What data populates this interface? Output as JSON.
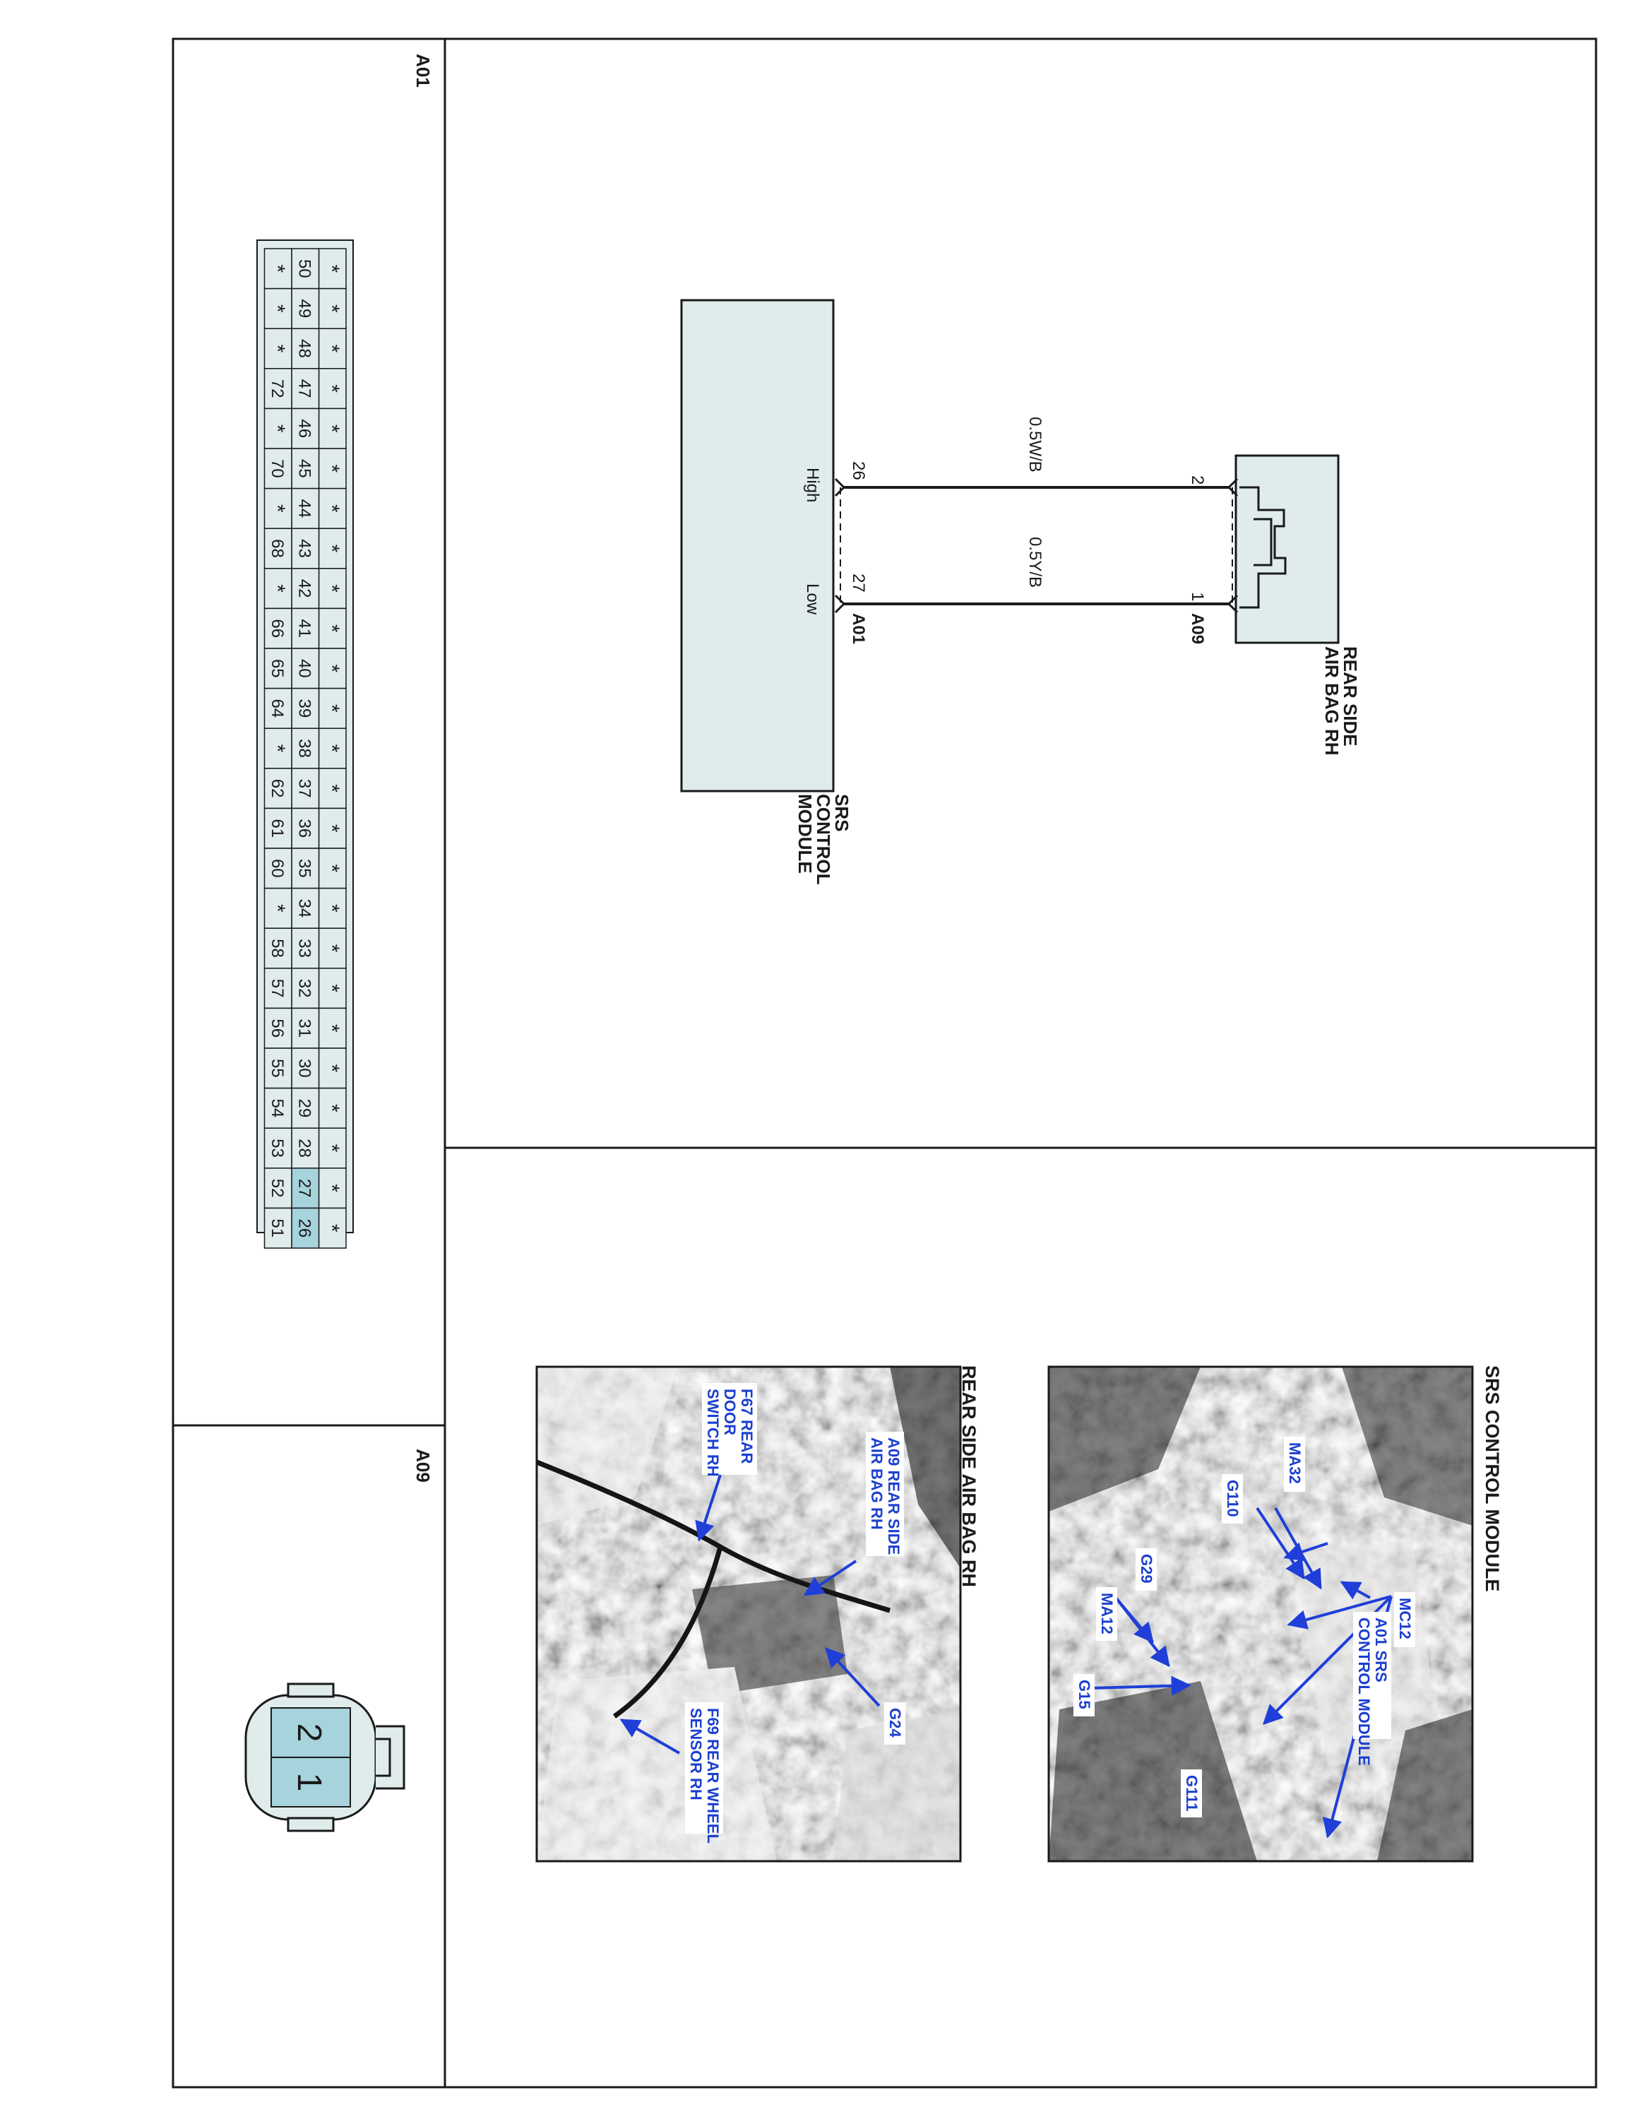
{
  "connectors": {
    "a01": {
      "title": "A01",
      "rows": [
        [
          "*",
          "*",
          "*",
          "*",
          "*",
          "*",
          "*",
          "*",
          "*",
          "*",
          "*",
          "*",
          "*",
          "*",
          "*",
          "*",
          "*",
          "*",
          "*",
          "*",
          "*",
          "*",
          "*",
          "*",
          "*"
        ],
        [
          "50",
          "49",
          "48",
          "47",
          "46",
          "45",
          "44",
          "43",
          "42",
          "41",
          "40",
          "39",
          "38",
          "37",
          "36",
          "35",
          "34",
          "33",
          "32",
          "31",
          "30",
          "29",
          "28",
          "27",
          "26"
        ],
        [
          "*",
          "*",
          "*",
          "72",
          "*",
          "70",
          "*",
          "68",
          "*",
          "66",
          "65",
          "64",
          "*",
          "62",
          "61",
          "60",
          "*",
          "58",
          "57",
          "56",
          "55",
          "54",
          "53",
          "52",
          "51"
        ]
      ],
      "highlight_pins": [
        "26",
        "27"
      ]
    },
    "a09": {
      "title": "A09",
      "pins": [
        "2",
        "1"
      ]
    }
  },
  "schematic": {
    "airbag": {
      "label_lines": [
        "REAR SIDE",
        "AIR BAG RH"
      ],
      "connector_id": "A09",
      "pin_top": "2",
      "pin_bottom": "1"
    },
    "module": {
      "label_lines": [
        "SRS",
        "CONTROL",
        "MODULE"
      ],
      "connector_id": "A01",
      "pin_top": "26",
      "pin_bottom": "27",
      "signal_top": "High",
      "signal_bottom": "Low"
    },
    "wires": [
      {
        "label": "0.5W/B"
      },
      {
        "label": "0.5Y/B"
      }
    ]
  },
  "photos": {
    "srs": {
      "title": "SRS CONTROL MODULE",
      "callouts": [
        {
          "id": "mc12",
          "lines": [
            "MC12"
          ]
        },
        {
          "id": "ma32",
          "lines": [
            "MA32"
          ]
        },
        {
          "id": "g110",
          "lines": [
            "G110"
          ]
        },
        {
          "id": "g29",
          "lines": [
            "G29"
          ]
        },
        {
          "id": "ma12",
          "lines": [
            "MA12"
          ]
        },
        {
          "id": "g15",
          "lines": [
            "G15"
          ]
        },
        {
          "id": "g111",
          "lines": [
            "G111"
          ]
        },
        {
          "id": "a01",
          "lines": [
            "A01 SRS",
            "CONTROL MODULE"
          ]
        }
      ]
    },
    "airbag": {
      "title": "REAR SIDE AIR BAG RH",
      "callouts": [
        {
          "id": "f67",
          "lines": [
            "F67 REAR",
            "DOOR",
            "SWITCH RH"
          ]
        },
        {
          "id": "a09",
          "lines": [
            "A09 REAR SIDE",
            "AIR BAG RH"
          ]
        },
        {
          "id": "g24",
          "lines": [
            "G24"
          ]
        },
        {
          "id": "f69",
          "lines": [
            "F69 REAR WHEEL",
            "SENSOR RH"
          ]
        }
      ]
    }
  },
  "colors": {
    "line": "#1a1a1a",
    "box_fill": "#dfeceb",
    "pin_highlight": "#a6d3dc",
    "callout_text": "#1b3fcf",
    "arrow": "#1f3fd8"
  }
}
